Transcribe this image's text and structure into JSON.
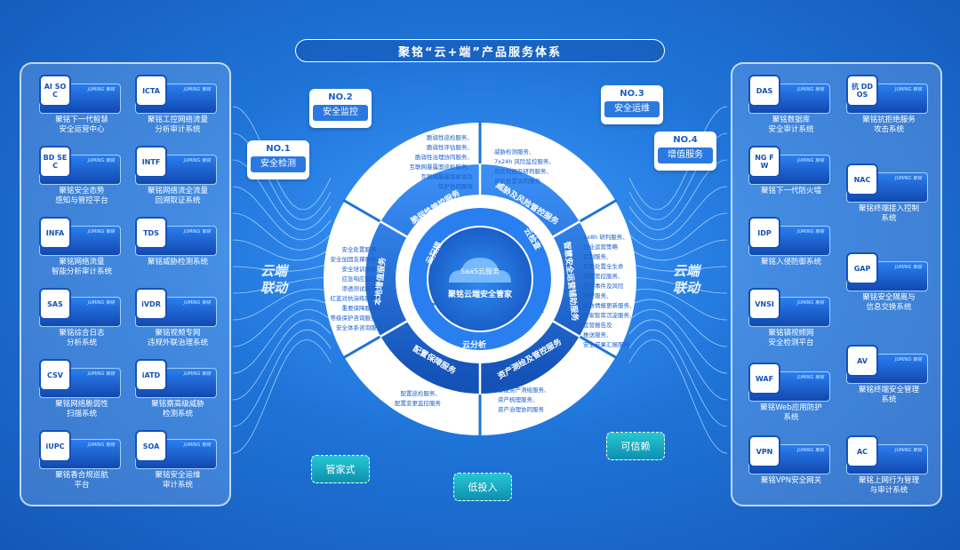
{
  "title": "聚铭“云+端”产品服务体系",
  "left_devices": [
    {
      "code": "AI SOC",
      "label": "聚铭下一代智慧\n安全运营中心"
    },
    {
      "code": "ICTA",
      "label": "聚铭工控网络流量\n分析审计系统"
    },
    {
      "code": "BD SEC",
      "label": "聚铭安全态势\n感知与管控平台"
    },
    {
      "code": "INTF",
      "label": "聚铭网络流全流量\n回溯取证系统"
    },
    {
      "code": "INFA",
      "label": "聚铭网络流量\n智能分析审计系统"
    },
    {
      "code": "TDS",
      "label": "聚铭威胁检测系统"
    },
    {
      "code": "SAS",
      "label": "聚铭综合日志\n分析系统"
    },
    {
      "code": "iVDR",
      "label": "聚铭视频专网\n违规外联治理系统"
    },
    {
      "code": "CSV",
      "label": "聚铭网络脆弱性\n扫描系统"
    },
    {
      "code": "iATD",
      "label": "聚铭察高级威胁\n检测系统"
    },
    {
      "code": "iUPC",
      "label": "聚铭香合规巡航\n平台"
    },
    {
      "code": "SOA",
      "label": "聚铭安全运维\n审计系统"
    }
  ],
  "right_devices": [
    {
      "code": "DAS",
      "label": "聚铭数据库\n安全审计系统"
    },
    {
      "code": "抗 DDOS",
      "label": "聚铭抗拒绝服务\n攻击系统"
    },
    {
      "code": "NG FW",
      "label": "聚铭下一代防火墙"
    },
    {
      "code": "NAC",
      "label": "聚铭终端接入控制\n系统"
    },
    {
      "code": "IDP",
      "label": "聚铭入侵防御系统"
    },
    {
      "code": "GAP",
      "label": "聚铭安全隔离与\n信息交换系统"
    },
    {
      "code": "VNSI",
      "label": "聚铭镇视频网\n安全检测平台"
    },
    {
      "code": "AV",
      "label": "聚铭终端安全管理\n系统"
    },
    {
      "code": "WAF",
      "label": "聚铭Web应用防护\n系统"
    },
    {
      "code": "VPN",
      "label": "聚铭VPN安全网关"
    },
    {
      "code": "AC",
      "label": "聚铭上网行为管理\n与审计系统"
    }
  ],
  "brand": "JUMING 聚铭",
  "left_word": "云端\n联动",
  "right_word": "云端\n联动",
  "badges": [
    {
      "num": "NO.1",
      "text": "安全检测"
    },
    {
      "num": "NO.2",
      "text": "安全监控"
    },
    {
      "num": "NO.3",
      "text": "安全运维"
    },
    {
      "num": "NO.4",
      "text": "增值服务"
    }
  ],
  "features": [
    "管家式",
    "低投入",
    "可信赖"
  ],
  "segments": {
    "top_left": {
      "title": "脆弱性管控服务",
      "items": [
        "脆弱性巡检服务、",
        "脆弱性评估服务、",
        "脆弱性治理协同服务、",
        "互联网暴露面巡检服务、",
        "互联网暴露面收敛及",
        "防护协同服务"
      ]
    },
    "top_right": {
      "title": "威胁及风险管控服务",
      "items": [
        "威胁检测服务、",
        "7x24h 风险监控服务、",
        "风险挖掘及研判服务、",
        "风险处置协同服务"
      ]
    },
    "right": {
      "title": "智慧安全运营辅助服务",
      "items": [
        "5x8h 研判服务、",
        "行业运营策略",
        "定制服务、",
        "风险处置全生命",
        "周期管控服务、",
        "热点事件及风险",
        "预警服务、",
        "威胁情报更新服务、",
        "专家智库沉淀服务、",
        "运营报告及",
        "推送服务、",
        "安全成果汇报服务"
      ]
    },
    "bottom_right": {
      "title": "资产测绘及管控服务",
      "items": [
        "智能资产测绘服务、",
        "资产梳理服务、",
        "资产治理协同服务"
      ]
    },
    "bottom_left": {
      "title": "配置保障服务",
      "items": [
        "配置巡检服务、",
        "配置变更监控服务"
      ]
    },
    "left": {
      "title": "本地增值服务",
      "items": [
        "安全处置服务、",
        "安全加固支撑服务、",
        "安全培训服务、",
        "应急响应服务、",
        "渗透测试服务、",
        "红蓝对抗演练服务、",
        "重要保障服务、",
        "等级保护咨询服务、",
        "安全体系咨询服务"
      ]
    }
  },
  "inner_ring": [
    "云扫描",
    "云检查",
    "云分析"
  ],
  "center": {
    "top": "SaaS云服务",
    "main": "聚铭云端安全管家"
  },
  "colors": {
    "accent": "#1a5fc8",
    "teal": "#1fb3c6",
    "bg": "#1e74d6"
  }
}
